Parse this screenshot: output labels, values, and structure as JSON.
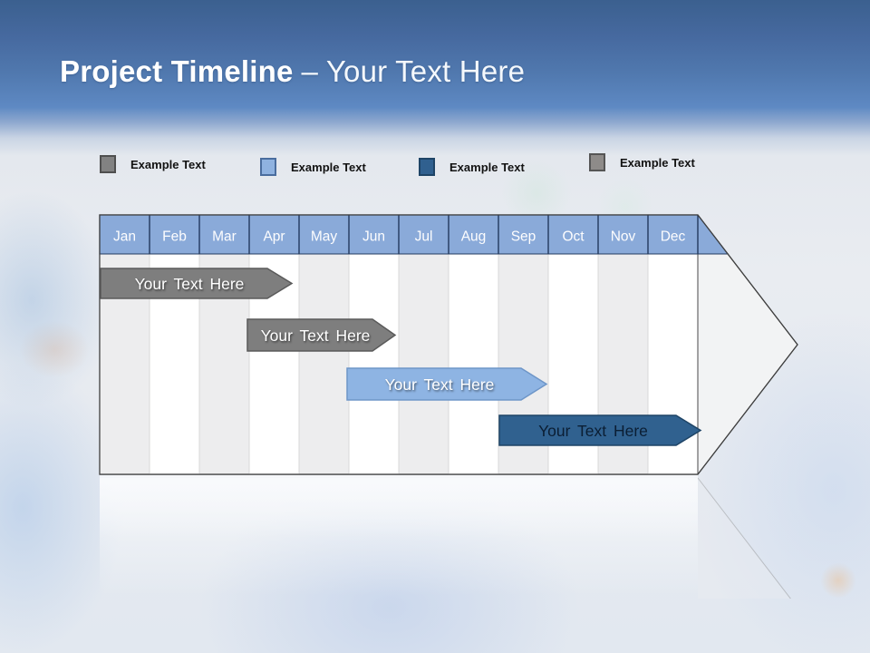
{
  "slide": {
    "title_bold": "Project Timeline",
    "title_rest": "– Your Text Here"
  },
  "legend": {
    "items": [
      {
        "label": "Example Text",
        "swatch_color": "#828282",
        "swatch_border": "#4F4F4F"
      },
      {
        "label": "Example Text",
        "swatch_color": "#8FB2E0",
        "swatch_border": "#4A6D9E"
      },
      {
        "label": "Example Text",
        "swatch_color": "#30608F",
        "swatch_border": "#1E4466"
      },
      {
        "label": "Example Text",
        "swatch_color": "#8E8B89",
        "swatch_border": "#555555"
      }
    ]
  },
  "timeline": {
    "months": [
      "Jan",
      "Feb",
      "Mar",
      "Apr",
      "May",
      "Jun",
      "Jul",
      "Aug",
      "Sep",
      "Oct",
      "Nov",
      "Dec"
    ],
    "header_fill": "#8AAAD9",
    "header_border": "#22395E",
    "stripe_color": "#EDEDEE",
    "arrow_fill": "#F2F3F4",
    "arrow_border": "#3F3F3F",
    "bars": [
      {
        "label": "Your Text Here",
        "fill": "#7E7E7E",
        "stroke": "#5A5A5A",
        "text_color": "#FFFFFF"
      },
      {
        "label": "Your Text Here",
        "fill": "#7E7E7E",
        "stroke": "#5A5A5A",
        "text_color": "#FFFFFF"
      },
      {
        "label": "Your Text Here",
        "fill": "#8EB4E3",
        "stroke": "#6E96C8",
        "text_color": "#FFFFFF"
      },
      {
        "label": "Your Text Here",
        "fill": "#30618F",
        "stroke": "#1E4466",
        "text_color": "#0B1E33"
      }
    ]
  }
}
